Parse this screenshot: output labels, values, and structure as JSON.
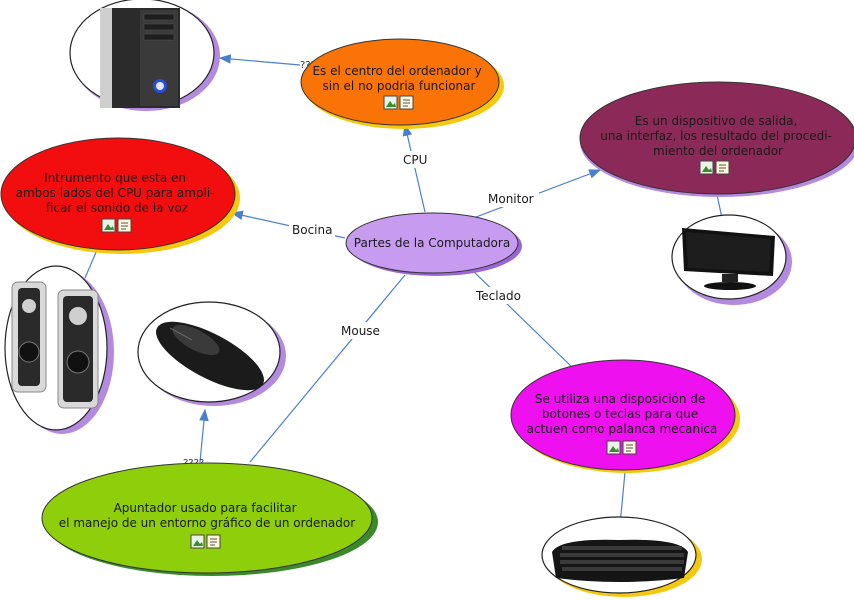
{
  "center": {
    "label": "Partes de la Computadora"
  },
  "links": {
    "cpu": "CPU",
    "monitor": "Monitor",
    "bocina": "Bocina",
    "mouse": "Mouse",
    "teclado": "Teclado"
  },
  "nodes": {
    "cpu": {
      "lines": [
        "Es el centro del ordenador y",
        "sin el no podria funcionar"
      ]
    },
    "monitor": {
      "lines": [
        "Es un dispositivo de salida,",
        "una interfaz, los resultado del procedi-",
        "miento del ordenador"
      ]
    },
    "bocina": {
      "lines": [
        "Intrumento que esta en",
        "ambos lados del CPU para ampli-",
        "ficar el sonido de la voz"
      ]
    },
    "teclado": {
      "lines": [
        "Se utiliza una disposición de",
        "botones o teclas para que",
        "actuen como palanca mecanica"
      ]
    },
    "mouse": {
      "lines": [
        "Apuntador usado para facilitar",
        "el manejo de un entorno gráfico de un ordenador"
      ]
    }
  },
  "markers": {
    "cpu": "???",
    "mouse": "????"
  },
  "colors": {
    "center": "#c79cf0",
    "cpu": "#f97307",
    "monitor": "#8b2a58",
    "bocina": "#f20e0e",
    "teclado": "#ef10ef",
    "mouse": "#8fce0a",
    "link": "#4a7fd0"
  },
  "icons": [
    "image-icon",
    "note-icon"
  ]
}
